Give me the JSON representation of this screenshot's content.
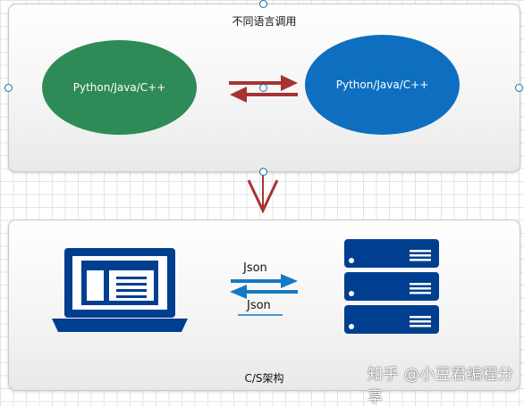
{
  "top_panel": {
    "title": "不同语言调用",
    "left_node": "Python/Java/C++",
    "right_node": "Python/Java/C++"
  },
  "bottom_panel": {
    "title": "C/S架构",
    "json_top": "Json",
    "json_bottom": "Json"
  },
  "watermark": "知乎 @小豆君编程分享",
  "colors": {
    "left_node": "#2e8b57",
    "right_node": "#0e6fc0",
    "exchange_arrow": "#a83232",
    "json_arrow": "#1578c5",
    "device_blue": "#003f8f"
  },
  "icons": [
    "laptop-icon",
    "server-icon"
  ]
}
